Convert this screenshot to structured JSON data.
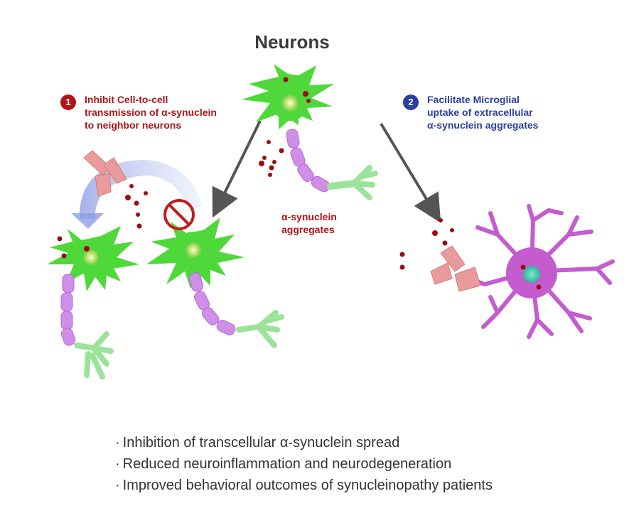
{
  "title": "Neurons",
  "strategy1": {
    "number": "1",
    "lines": [
      "Inhibit Cell-to-cell",
      "transmission of α-synuclein",
      "to neighbor neurons"
    ],
    "color": "#b01418"
  },
  "strategy2": {
    "number": "2",
    "lines": [
      "Facilitate Microglial",
      "uptake of extracellular",
      "α-synuclein aggregates"
    ],
    "color": "#2a3fa0"
  },
  "aggregates_label": [
    "α-synuclein",
    "aggregates"
  ],
  "outcomes": [
    "Inhibition of transcellular α-synuclein spread",
    "Reduced neuroinflammation and neurodegeneration",
    "Improved behavioral outcomes of synucleinopathy patients"
  ],
  "colors": {
    "neuron": "#4fd83a",
    "myelin": "#cf8ee8",
    "terminal": "#9be39a",
    "microglia": "#c45ccf",
    "antibody": "#e99a9a",
    "aggregate": "#9a0d12",
    "arrow": "#555555"
  },
  "icons": [
    "neuron-icon",
    "microglia-icon",
    "antibody-icon",
    "prohibited-icon",
    "arrow-icon"
  ]
}
